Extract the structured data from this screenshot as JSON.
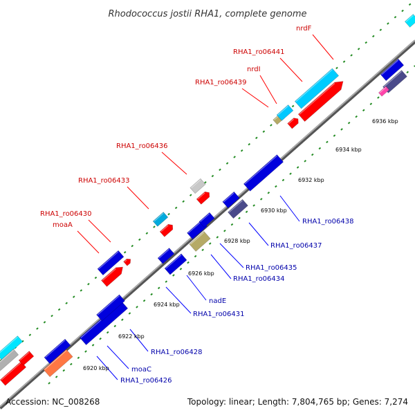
{
  "title": "Rhodococcus jostii RHA1, complete genome",
  "footer": {
    "accession": "Accession: NC_008268",
    "summary": "Topology: linear; Length: 7,804,765 bp; Genes: 7,274"
  },
  "colors": {
    "backbone": "#888888",
    "tick_dot": "#228B22",
    "forward_label": "#cc0000",
    "reverse_label": "#0000aa",
    "leader_forward": "#ff0000",
    "leader_reverse": "#0000ff"
  },
  "scale": {
    "ticks": [
      {
        "label": "6920 kbp"
      },
      {
        "label": "6922 kbp"
      },
      {
        "label": "6924 kbp"
      },
      {
        "label": "6926 kbp"
      },
      {
        "label": "6928 kbp"
      },
      {
        "label": "6930 kbp"
      },
      {
        "label": "6932 kbp"
      },
      {
        "label": "6934 kbp"
      },
      {
        "label": "6936 kbp"
      }
    ]
  },
  "forward_labels": [
    {
      "text": "nrdF"
    },
    {
      "text": "RHA1_ro06441"
    },
    {
      "text": "nrdI"
    },
    {
      "text": "RHA1_ro06439"
    },
    {
      "text": "RHA1_ro06436"
    },
    {
      "text": "RHA1_ro06433"
    },
    {
      "text": "RHA1_ro06430"
    },
    {
      "text": "moaA"
    }
  ],
  "reverse_labels": [
    {
      "text": "RHA1_ro06438"
    },
    {
      "text": "RHA1_ro06437"
    },
    {
      "text": "RHA1_ro06435"
    },
    {
      "text": "RHA1_ro06434"
    },
    {
      "text": "nadE"
    },
    {
      "text": "RHA1_ro06431"
    },
    {
      "text": "RHA1_ro06428"
    },
    {
      "text": "moaC"
    },
    {
      "text": "RHA1_ro06426"
    }
  ],
  "features": [
    {
      "name": "cyan-bar-left-edge",
      "color": "#00e5ff"
    },
    {
      "name": "gray-bar-left-edge",
      "color": "#b0b0b0"
    },
    {
      "name": "red-bar-left-edge-a",
      "color": "#ff0000"
    },
    {
      "name": "red-bar-left-edge-b",
      "color": "#ff0000"
    },
    {
      "name": "moaA-blue-bar",
      "color": "#0000dd"
    },
    {
      "name": "moaA-red-bar",
      "color": "#ff0000"
    },
    {
      "name": "ro06430-red-arrow",
      "color": "#ff0000"
    },
    {
      "name": "ro06433-cyan-bar",
      "color": "#00aadd"
    },
    {
      "name": "ro06433-red-bar",
      "color": "#ff0000"
    },
    {
      "name": "ro06436-gray-bar",
      "color": "#c8c8c8"
    },
    {
      "name": "ro06436-red-bar",
      "color": "#ff0000"
    },
    {
      "name": "ro06439-olive-bar",
      "color": "#b5aa66"
    },
    {
      "name": "nrdI-red-bar",
      "color": "#ff0000"
    },
    {
      "name": "ro06441-cyan-bar",
      "color": "#00c8ff"
    },
    {
      "name": "nrdF-cyan-bar",
      "color": "#00ccff"
    },
    {
      "name": "nrdF-red-bar",
      "color": "#ff0000"
    },
    {
      "name": "top-right-cyan-bar",
      "color": "#00e5ff"
    },
    {
      "name": "top-right-blue-bar",
      "color": "#0000dd"
    },
    {
      "name": "top-right-navy-bar",
      "color": "#4a4a8a"
    },
    {
      "name": "top-right-pink-bar",
      "color": "#ff44aa"
    },
    {
      "name": "ro06426-blue-bar",
      "color": "#0000dd"
    },
    {
      "name": "ro06426-orange-bar",
      "color": "#ff7744"
    },
    {
      "name": "moaC-blue-bar",
      "color": "#0000dd"
    },
    {
      "name": "ro06428-blue-bar",
      "color": "#0000dd"
    },
    {
      "name": "ro06431-blue-bar-a",
      "color": "#0000dd"
    },
    {
      "name": "nadE-blue-bar",
      "color": "#0000dd"
    },
    {
      "name": "ro06434-blue-bar",
      "color": "#0000dd"
    },
    {
      "name": "ro06434-olive-bar",
      "color": "#b5aa66"
    },
    {
      "name": "ro06435-blue-bar",
      "color": "#0000dd"
    },
    {
      "name": "ro06437-blue-bar",
      "color": "#0000dd"
    },
    {
      "name": "ro06437-navy-bar",
      "color": "#4a4a8a"
    },
    {
      "name": "ro06438-blue-bar",
      "color": "#0000dd"
    }
  ]
}
